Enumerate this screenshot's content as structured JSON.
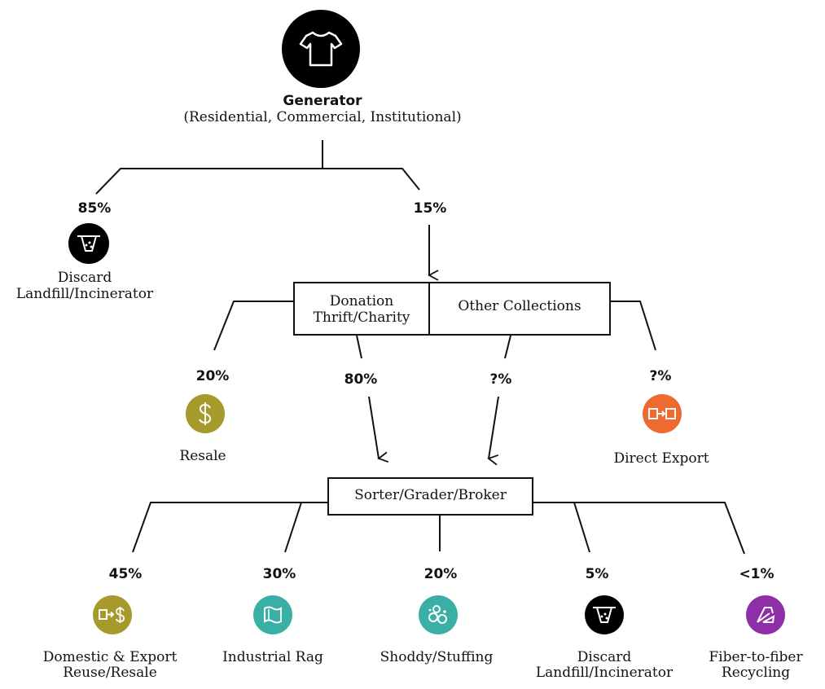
{
  "generator": {
    "title": "Generator",
    "subtitle": "(Residential, Commercial, Institutional)"
  },
  "level1": {
    "discard_pct": "85%",
    "discard_label_1": "Discard",
    "discard_label_2": "Landfill/Incinerator",
    "collect_pct": "15%"
  },
  "collection_box": {
    "left_line1": "Donation",
    "left_line2": "Thrift/Charity",
    "right": "Other Collections"
  },
  "level2": {
    "resale_pct": "20%",
    "resale_label": "Resale",
    "sorter_pct_left": "80%",
    "sorter_pct_right": "?%",
    "export_pct": "?%",
    "export_label": "Direct Export"
  },
  "sorter_box": {
    "label": "Sorter/Grader/Broker"
  },
  "outcomes": [
    {
      "pct": "45%",
      "line1": "Domestic & Export",
      "line2": "Reuse/Resale",
      "icon": "export-dollar-icon",
      "color": "#a59a2a"
    },
    {
      "pct": "30%",
      "line1": "Industrial Rag",
      "line2": "",
      "icon": "rag-icon",
      "color": "#3aafa6"
    },
    {
      "pct": "20%",
      "line1": "Shoddy/Stuffing",
      "line2": "",
      "icon": "stuffing-icon",
      "color": "#3aafa6"
    },
    {
      "pct": "5%",
      "line1": "Discard",
      "line2": "Landfill/Incinerator",
      "icon": "landfill-icon",
      "color": "#000000"
    },
    {
      "pct": "<1%",
      "line1": "Fiber-to-fiber",
      "line2": "Recycling",
      "icon": "recycle-fiber-icon",
      "color": "#8e2fa8"
    }
  ],
  "colors": {
    "olive": "#a59a2a",
    "teal": "#3aafa6",
    "orange": "#ee6a2e",
    "purple": "#8e2fa8",
    "black": "#000000"
  }
}
